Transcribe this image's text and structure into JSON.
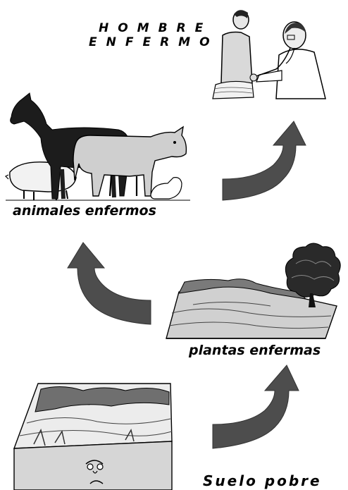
{
  "labels": {
    "title_line1": "HOMBRE",
    "title_line2": "ENFERMO",
    "animals": "animales enfermos",
    "plants": "plantas enfermas",
    "soil": "Suelo pobre"
  },
  "colors": {
    "arrow": "#4d4d4d",
    "arrow_stroke": "#333333",
    "text": "#000000"
  },
  "icons": [
    "doctor-patient-illustration",
    "farm-animals-illustration",
    "hillside-tree-illustration",
    "poor-soil-illustration"
  ]
}
